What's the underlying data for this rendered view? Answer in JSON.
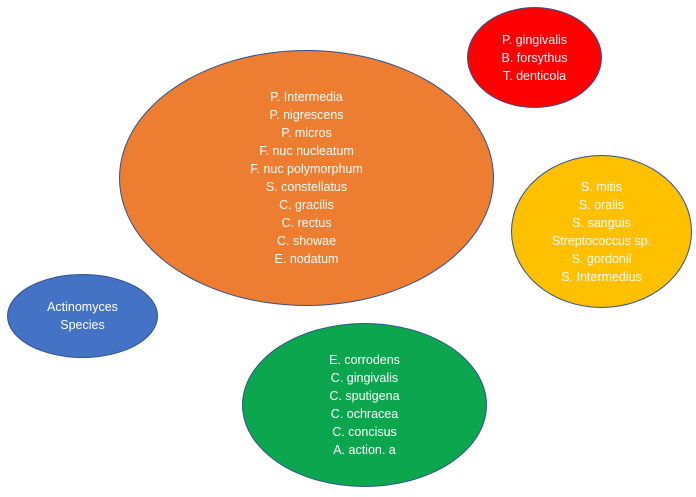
{
  "diagram": {
    "background": "#ffffff",
    "text_color": "#ffffff",
    "outline_color": "#2f528f",
    "groups": {
      "orange": {
        "fill": "#ed7d31",
        "lines": [
          "P. Intermedia",
          "P. nigrescens",
          "P. micros",
          "F. nuc nucleatum",
          "F. nuc polymorphum",
          "S. constellatus",
          "C. gracilis",
          "C. rectus",
          "C. showae",
          "E. nodatum"
        ]
      },
      "red": {
        "fill": "#ff0000",
        "lines": [
          "P. gingivalis",
          "B. forsythus",
          "T. denticola"
        ]
      },
      "yellow": {
        "fill": "#ffc000",
        "lines": [
          "S. mitis",
          "S. oralis",
          "S. sanguis",
          "Streptococcus sp.",
          "S. gordonil",
          "S. Intermedius"
        ]
      },
      "blue": {
        "fill": "#4472c4",
        "lines": [
          "Actinomyces",
          "Species"
        ]
      },
      "green": {
        "fill": "#0ca64e",
        "lines": [
          "E. corrodens",
          "C. gingivalis",
          "C. sputigena",
          "C. ochracea",
          "C. concisus",
          "A. action. a"
        ]
      }
    }
  }
}
